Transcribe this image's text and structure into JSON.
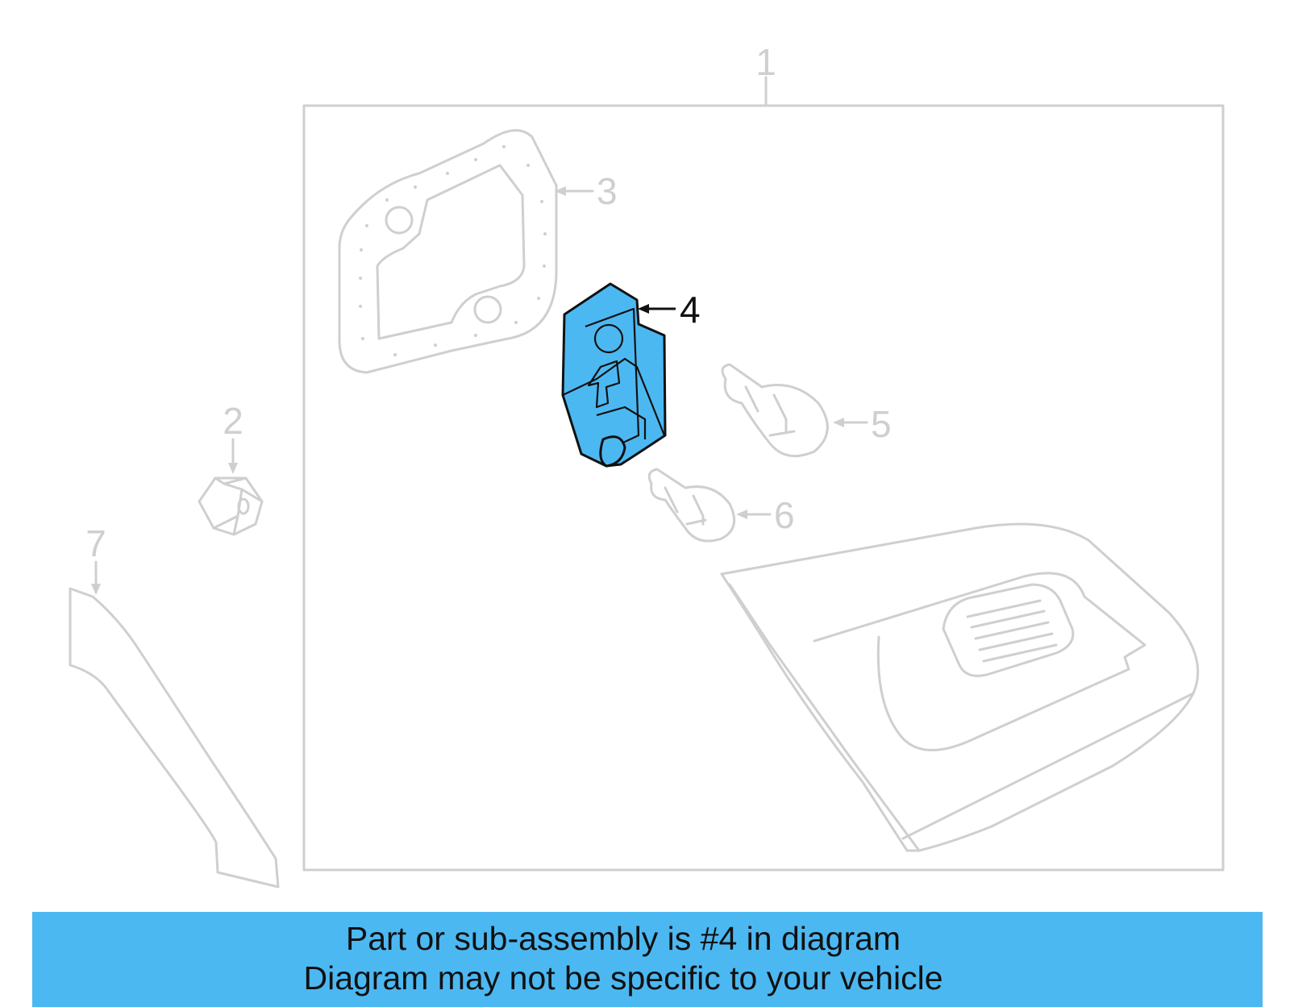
{
  "callouts": [
    {
      "id": "1",
      "highlight": false
    },
    {
      "id": "2",
      "highlight": false
    },
    {
      "id": "3",
      "highlight": false
    },
    {
      "id": "4",
      "highlight": true
    },
    {
      "id": "5",
      "highlight": false
    },
    {
      "id": "6",
      "highlight": false
    },
    {
      "id": "7",
      "highlight": false
    }
  ],
  "colors": {
    "highlight": "#4cb8f2",
    "line": "#cfcfcf",
    "callout_text": "#cfcfcf",
    "highlight_text": "#111111",
    "banner": "#4cb8f2"
  },
  "banner": {
    "line1": "Part or sub-assembly is #4 in diagram",
    "line2": "Diagram may not be specific to your vehicle"
  }
}
